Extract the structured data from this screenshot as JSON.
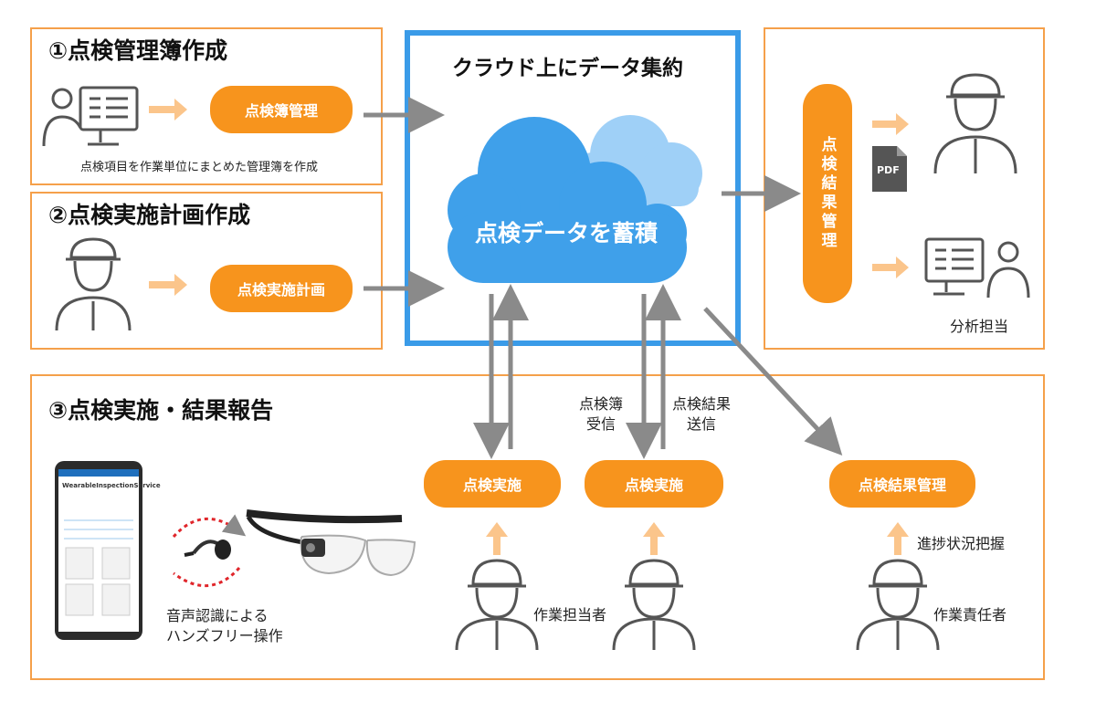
{
  "section1": {
    "title": "①点検管理簿作成",
    "button": "点検簿管理",
    "caption": "点検項目を作業単位にまとめた管理簿を作成"
  },
  "section2": {
    "title": "②点検実施計画作成",
    "button": "点検実施計画"
  },
  "cloud": {
    "title": "クラウド上にデータ集約",
    "label": "点検データを蓄積"
  },
  "results": {
    "vertical_label": "点検結果管理",
    "pdf_label": "PDF",
    "analyst_label": "分析担当"
  },
  "section3": {
    "title": "③点検実施・結果報告",
    "receive_label": "点検簿\n受信",
    "send_label": "点検結果\n送信",
    "button_exec1": "点検実施",
    "button_exec2": "点検実施",
    "button_result": "点検結果管理",
    "worker_label": "作業担当者",
    "progress_label": "進捗状況把握",
    "manager_label": "作業責任者",
    "voice_label": "音声認識による\nハンズフリー操作",
    "app_title": "WearableInspectionService"
  },
  "colors": {
    "orange": "#f7941d",
    "orange_border": "#f5a04a",
    "light_orange_arrow": "#fbc58b",
    "cloud_blue": "#3fa0ea",
    "cloud_light": "#9fd0f7",
    "frame_blue": "#3a9be8",
    "gray_arrow": "#8a8a8a"
  }
}
